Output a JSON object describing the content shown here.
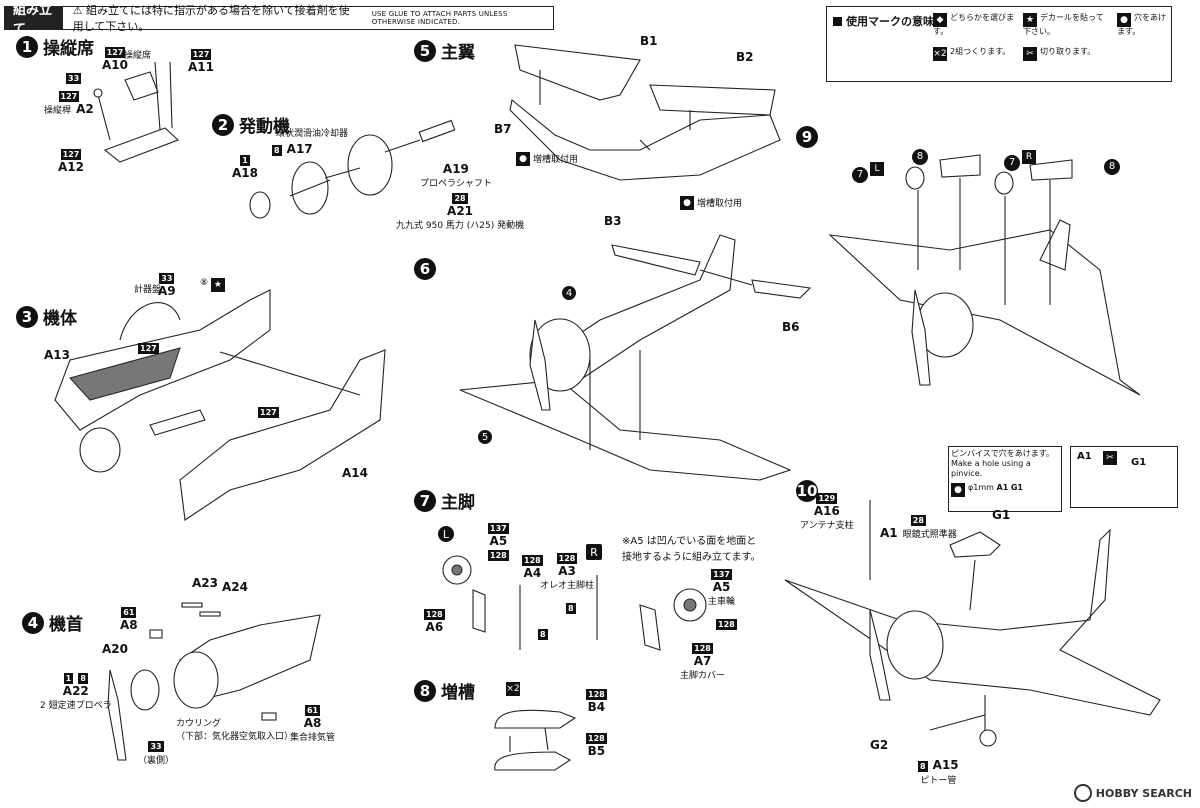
{
  "header": {
    "title": "組み立て",
    "warning": "組み立てには特に指示がある場合を除いて接着剤を使用して下さい。",
    "warning_en": "USE GLUE TO ATTACH PARTS UNLESS OTHERWISE INDICATED."
  },
  "legend": {
    "title": "使用マークの意味",
    "items": [
      {
        "icon": "choice-icon",
        "text": "どちらかを選びます。"
      },
      {
        "icon": "decal-icon",
        "text": "デカールを貼って下さい。"
      },
      {
        "icon": "hole-icon",
        "text": "穴をあけます。"
      },
      {
        "icon": "x2-icon",
        "text": "2組つくります。"
      },
      {
        "icon": "cut-icon",
        "text": "切り取ります。"
      }
    ]
  },
  "steps": [
    {
      "n": "1",
      "title": "操縦席"
    },
    {
      "n": "2",
      "title": "発動機"
    },
    {
      "n": "3",
      "title": "機体"
    },
    {
      "n": "4",
      "title": "機首"
    },
    {
      "n": "5",
      "title": "主翼"
    },
    {
      "n": "6",
      "title": ""
    },
    {
      "n": "7",
      "title": "主脚"
    },
    {
      "n": "8",
      "title": "増槽"
    },
    {
      "n": "9",
      "title": ""
    },
    {
      "n": "10",
      "title": ""
    }
  ],
  "parts": {
    "a10": {
      "box": "127",
      "name": "A10",
      "sub": "操縦席"
    },
    "a11": {
      "box": "127",
      "name": "A11"
    },
    "a2": {
      "box": "127",
      "name": "A2",
      "sub": "操縦桿",
      "paint": "33"
    },
    "a12": {
      "box": "127",
      "name": "A12"
    },
    "a17": {
      "box": "8",
      "name": "A17",
      "sub": "環状潤滑油冷却器"
    },
    "a18": {
      "box": "1",
      "name": "A18"
    },
    "a19": {
      "name": "A19",
      "sub": "プロペラシャフト"
    },
    "a21": {
      "box": "28",
      "name": "A21",
      "sub": "九九式 950 馬力 (ハ25) 発動機"
    },
    "a9": {
      "box": "33",
      "name": "A9",
      "sub": "計器盤",
      "decal": "8"
    },
    "a13": {
      "name": "A13"
    },
    "a14": {
      "name": "A14"
    },
    "a23": {
      "name": "A23"
    },
    "a24": {
      "name": "A24"
    },
    "a8": {
      "box": "61",
      "name": "A8"
    },
    "a20": {
      "name": "A20"
    },
    "a22": {
      "box": "1",
      "name": "A22",
      "sub": "2 翅定速プロペラ",
      "paint": "8"
    },
    "a8b": {
      "box": "61",
      "name": "A8",
      "sub": "集合排気管"
    },
    "cowl": {
      "text": "カウリング",
      "sub": "（下部：気化器空気取入口）"
    },
    "back": {
      "box": "33",
      "text": "（裏側）"
    },
    "b1": {
      "name": "B1"
    },
    "b2": {
      "name": "B2"
    },
    "b7": {
      "name": "B7"
    },
    "tankmount": "増槽取付用",
    "b3": {
      "name": "B3"
    },
    "b6": {
      "name": "B6"
    },
    "a5l": {
      "box": "137",
      "name": "A5",
      "paint": "128"
    },
    "a4": {
      "box": "128",
      "name": "A4"
    },
    "a3": {
      "box": "128",
      "name": "A3",
      "sub": "オレオ主脚柱"
    },
    "a5r": {
      "box": "137",
      "name": "A5",
      "sub": "主車輪",
      "paint": "128"
    },
    "a6": {
      "box": "128",
      "name": "A6"
    },
    "a7": {
      "box": "128",
      "name": "A7",
      "sub": "主脚カバー"
    },
    "a5note": "※A5 は凹んでいる面を地面と接地するように組み立てます。",
    "b4": {
      "box": "128",
      "name": "B4"
    },
    "b5": {
      "box": "128",
      "name": "B5"
    },
    "a16": {
      "box": "129",
      "name": "A16",
      "sub": "アンテナ支柱"
    },
    "a1": {
      "box": "28",
      "name": "A1",
      "sub": "眼鏡式照準器"
    },
    "g1": {
      "name": "G1"
    },
    "g2": {
      "name": "G2"
    },
    "a15": {
      "box": "8",
      "name": "A15",
      "sub": "ピトー管"
    },
    "hint1": "ピンバイスで穴をあけます。Make a hole using a pinvice.",
    "hint1_size": "φ1mm",
    "hint1_a1": "A1",
    "hint1_g1": "G1",
    "hint2_a1": "A1",
    "hint2_g1": "G1"
  },
  "paint_codes": {
    "p8": "8",
    "p127": "127",
    "p28": "28"
  },
  "watermark": "HOBBY SEARCH"
}
